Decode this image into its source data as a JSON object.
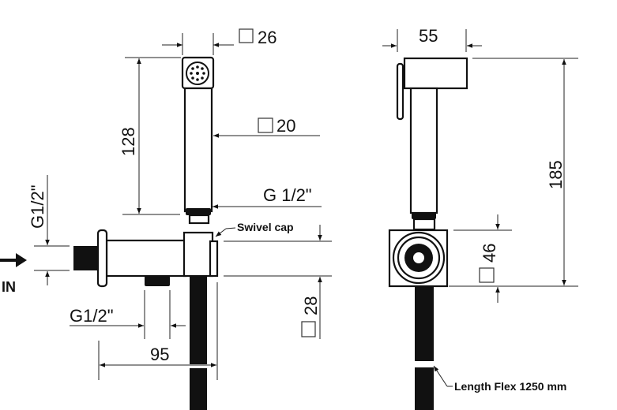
{
  "diagram": {
    "side_view": {
      "head_size": "26",
      "handle_size": "20",
      "handle_length": "128",
      "handle_thread": "G 1/2\"",
      "swivel_label": "Swivel cap",
      "inlet_thread": "G1/2\"",
      "inlet_label": "IN",
      "outlet_thread": "G1/2\"",
      "body_length": "95",
      "body_size": "28"
    },
    "front_view": {
      "head_width": "55",
      "total_height": "185",
      "body_size": "46",
      "hose_label": "Length Flex 1250 mm"
    }
  }
}
